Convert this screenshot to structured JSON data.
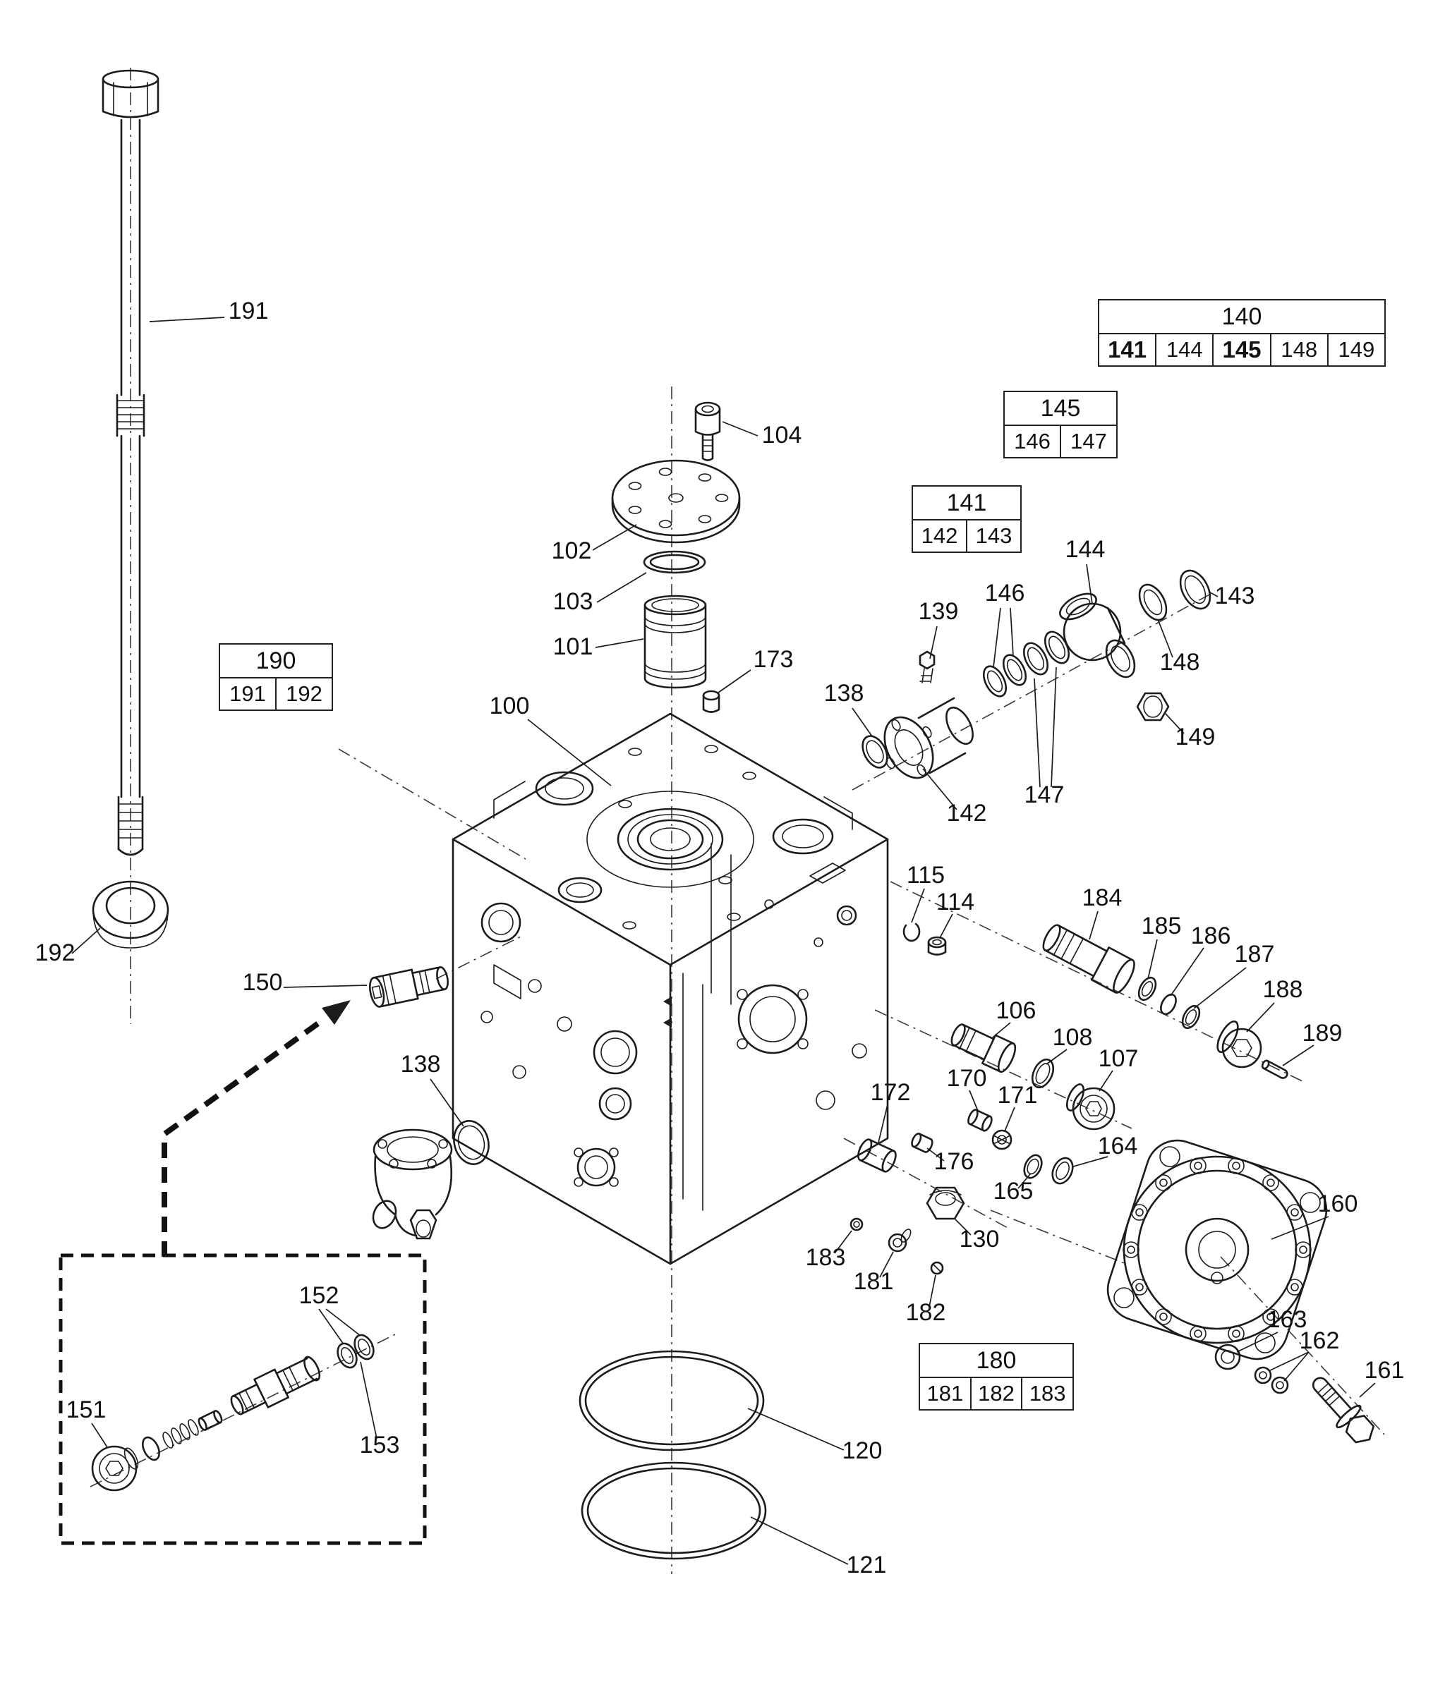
{
  "figure": {
    "type": "exploded-parts-diagram",
    "background": "#ffffff",
    "line_color": "#1c1c1c"
  },
  "callouts": {
    "c100": "100",
    "c101": "101",
    "c102": "102",
    "c103": "103",
    "c104": "104",
    "c106": "106",
    "c107": "107",
    "c108": "108",
    "c114": "114",
    "c115": "115",
    "c120": "120",
    "c121": "121",
    "c130": "130",
    "c138": "138",
    "c139": "139",
    "c142": "142",
    "c143": "143",
    "c144": "144",
    "c146": "146",
    "c147": "147",
    "c148": "148",
    "c149": "149",
    "c150": "150",
    "c151": "151",
    "c152": "152",
    "c153": "153",
    "c160": "160",
    "c161": "161",
    "c162": "162",
    "c163": "163",
    "c164": "164",
    "c165": "165",
    "c170": "170",
    "c171": "171",
    "c172": "172",
    "c173": "173",
    "c176": "176",
    "c181": "181",
    "c182": "182",
    "c183": "183",
    "c184": "184",
    "c185": "185",
    "c186": "186",
    "c187": "187",
    "c188": "188",
    "c189": "189",
    "c191": "191",
    "c192": "192"
  },
  "tables": {
    "t140": {
      "header": "140",
      "cells": [
        "141",
        "144",
        "145",
        "148",
        "149"
      ]
    },
    "t145": {
      "header": "145",
      "cells": [
        "146",
        "147"
      ]
    },
    "t141": {
      "header": "141",
      "cells": [
        "142",
        "143"
      ]
    },
    "t190": {
      "header": "190",
      "cells": [
        "191",
        "192"
      ]
    },
    "t180": {
      "header": "180",
      "cells": [
        "181",
        "182",
        "183"
      ]
    }
  }
}
